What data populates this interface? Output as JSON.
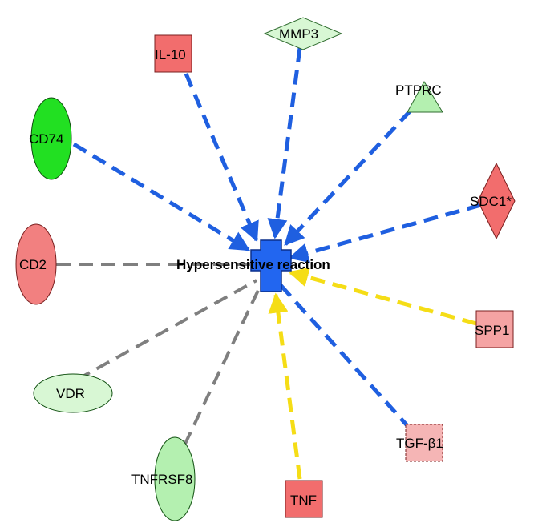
{
  "colors": {
    "blue_edge": "#1f5fe0",
    "gray_edge": "#7f7f7f",
    "yellow_edge": "#f5dd16",
    "center_fill": "#2266f0",
    "red_strong": "#f26d6d",
    "red_light": "#f5a3a3",
    "green_strong": "#22e022",
    "green_light": "#d8f7d4",
    "green_mid": "#b4f0b0"
  },
  "center": {
    "label": "Hypersensitive reaction",
    "icon": "function-cross-icon"
  },
  "nodes": [
    {
      "id": "il10",
      "label": "IL-10",
      "shape": "square",
      "color": "#f26d6d"
    },
    {
      "id": "mmp3",
      "label": "MMP3",
      "shape": "diamond",
      "color": "#d8f7d4"
    },
    {
      "id": "ptprc",
      "label": "PTPRC",
      "shape": "triangle",
      "color": "#b4f0b0"
    },
    {
      "id": "cd74",
      "label": "CD74",
      "shape": "ellipse",
      "color": "#22e022"
    },
    {
      "id": "sdc1",
      "label": "SDC1*",
      "shape": "diamond",
      "color": "#f26d6d"
    },
    {
      "id": "cd2",
      "label": "CD2",
      "shape": "ellipse",
      "color": "#f28080"
    },
    {
      "id": "spp1",
      "label": "SPP1",
      "shape": "square",
      "color": "#f5a3a3"
    },
    {
      "id": "vdr",
      "label": "VDR",
      "shape": "ellipse",
      "color": "#d8f7d4"
    },
    {
      "id": "tgfb1",
      "label": "TGF-β1",
      "shape": "square-dashed",
      "color": "#f5b5b5"
    },
    {
      "id": "tnfrsf8",
      "label": "TNFRSF8",
      "shape": "ellipse",
      "color": "#b4f0b0"
    },
    {
      "id": "tnf",
      "label": "TNF",
      "shape": "square",
      "color": "#f26d6d"
    }
  ],
  "edges": [
    {
      "from": "il10",
      "type": "blue-arrow"
    },
    {
      "from": "mmp3",
      "type": "blue-arrow"
    },
    {
      "from": "ptprc",
      "type": "blue-arrow"
    },
    {
      "from": "cd74",
      "type": "blue-arrow"
    },
    {
      "from": "sdc1",
      "type": "blue-arrow"
    },
    {
      "from": "cd2",
      "type": "gray-line"
    },
    {
      "from": "spp1",
      "type": "yellow-arrow"
    },
    {
      "from": "vdr",
      "type": "gray-line"
    },
    {
      "from": "tgfb1",
      "type": "blue-line"
    },
    {
      "from": "tnfrsf8",
      "type": "gray-line"
    },
    {
      "from": "tnf",
      "type": "yellow-arrow"
    }
  ]
}
